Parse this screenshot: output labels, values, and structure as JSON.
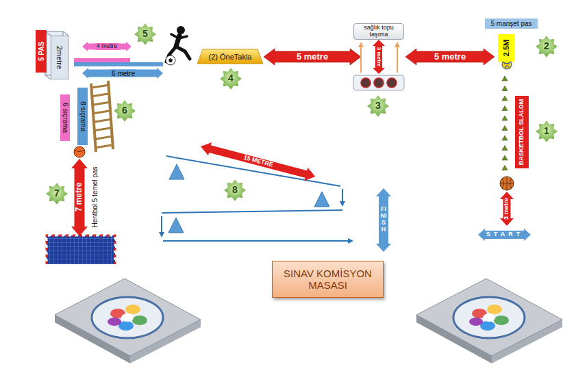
{
  "diagram": {
    "nodes": [
      {
        "text": [
          "5 PAS"
        ]
      },
      {
        "text": [
          "2metre"
        ]
      },
      {
        "text": [
          "5"
        ]
      },
      {
        "text": [
          "(2) ÖneTakla"
        ]
      },
      {
        "text": [
          "sağlık topu taşıma"
        ]
      },
      {
        "text": [
          "5 manşet pas"
        ]
      },
      {
        "text": [
          "2.5M"
        ]
      },
      {
        "text": [
          "2"
        ]
      },
      {
        "text": [
          "4"
        ]
      },
      {
        "text": [
          "3"
        ]
      },
      {
        "text": [
          "BASKETBOL SLALOM"
        ]
      },
      {
        "text": [
          "1"
        ]
      },
      {
        "text": [
          "6 sıçrama"
        ]
      },
      {
        "text": [
          "8 sıçrama"
        ]
      },
      {
        "text": [
          "6"
        ]
      },
      {
        "text": [
          "8"
        ]
      },
      {
        "text": [
          "7"
        ]
      },
      {
        "text": [
          "SINAV KOMİSYON MASASI"
        ]
      }
    ],
    "labels": [
      "4 metre",
      "6 metre",
      "5 metre",
      "3 metre",
      "5 metre",
      "15 METRE",
      "3 metre",
      "7 metre",
      "Hentbol 5 temel pas",
      "START",
      "FINISH"
    ]
  }
}
